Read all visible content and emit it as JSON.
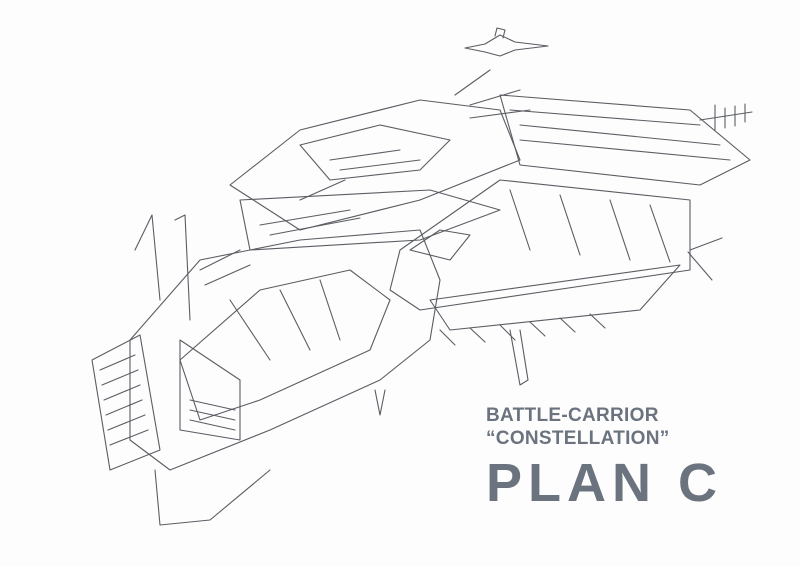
{
  "caption": {
    "subtitle": "BATTLE-CARRIOR",
    "name": "“CONSTELLATION”",
    "plan": "PLAN C"
  },
  "colors": {
    "text": "#6b737f",
    "line": "#5a5d63",
    "background": "#fdfdfd"
  }
}
